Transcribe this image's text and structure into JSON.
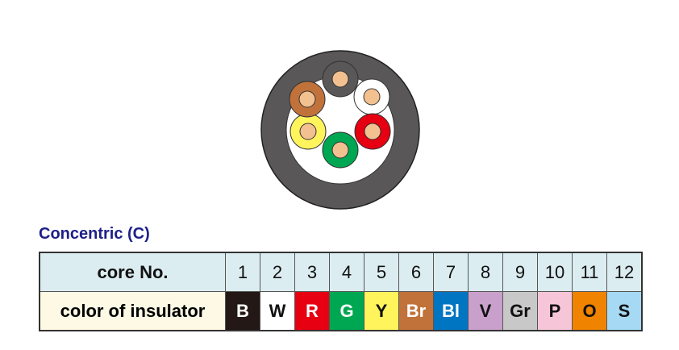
{
  "title": "Concentric (C)",
  "header_label": "core No.",
  "row_label": "color of insulator",
  "cores": [
    {
      "no": "1",
      "code": "B",
      "bg": "#231815",
      "fg": "#ffffff"
    },
    {
      "no": "2",
      "code": "W",
      "bg": "#ffffff",
      "fg": "#111111"
    },
    {
      "no": "3",
      "code": "R",
      "bg": "#e60012",
      "fg": "#ffffff"
    },
    {
      "no": "4",
      "code": "G",
      "bg": "#00a752",
      "fg": "#ffffff"
    },
    {
      "no": "5",
      "code": "Y",
      "bg": "#fff45c",
      "fg": "#111111"
    },
    {
      "no": "6",
      "code": "Br",
      "bg": "#c1723a",
      "fg": "#ffffff"
    },
    {
      "no": "7",
      "code": "Bl",
      "bg": "#0075c2",
      "fg": "#ffffff"
    },
    {
      "no": "8",
      "code": "V",
      "bg": "#c9a0cc",
      "fg": "#111111"
    },
    {
      "no": "9",
      "code": "Gr",
      "bg": "#c8c8c8",
      "fg": "#111111"
    },
    {
      "no": "10",
      "code": "P",
      "bg": "#f6c6d8",
      "fg": "#111111"
    },
    {
      "no": "11",
      "code": "O",
      "bg": "#f08300",
      "fg": "#111111"
    },
    {
      "no": "12",
      "code": "S",
      "bg": "#a6d9f3",
      "fg": "#111111"
    }
  ],
  "cable_cores": [
    "#595757",
    "#ffffff",
    "#e60012",
    "#00a752",
    "#fff45c",
    "#c1723a"
  ]
}
